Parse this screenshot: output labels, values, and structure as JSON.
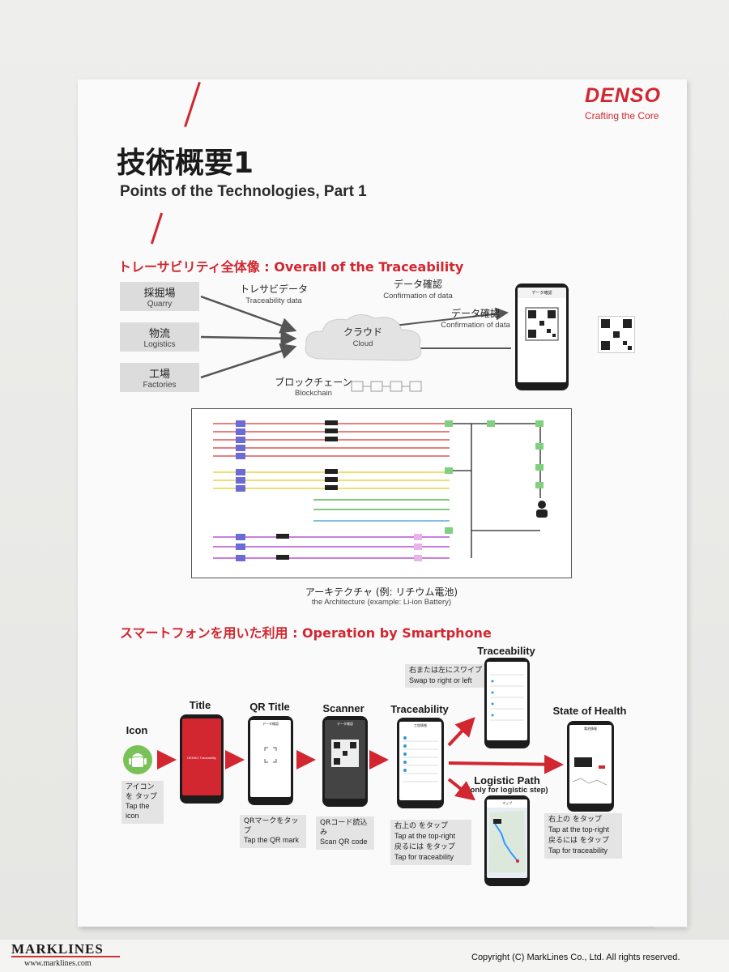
{
  "brand": {
    "name": "DENSO",
    "tagline": "Crafting the Core"
  },
  "title": {
    "jp": "技術概要1",
    "en": "Points of the Technologies, Part 1"
  },
  "section1": {
    "heading": "トレーサビリティ全体像 : Overall of the Traceability",
    "sources": [
      {
        "jp": "採掘場",
        "en": "Quarry"
      },
      {
        "jp": "物流",
        "en": "Logistics"
      },
      {
        "jp": "工場",
        "en": "Factories"
      }
    ],
    "trace_data": {
      "jp": "トレサビデータ",
      "en": "Traceability data"
    },
    "cloud": {
      "jp": "クラウド",
      "en": "Cloud"
    },
    "confirm_top": {
      "jp": "データ確認",
      "en": "Confirmation of data"
    },
    "confirm_right": {
      "jp": "データ確認",
      "en": "Confirmation of data"
    },
    "blockchain": {
      "jp": "ブロックチェーン",
      "en": "Blockchain"
    },
    "phone_header": "データ確認"
  },
  "architecture": {
    "jp": "アーキテクチャ (例: リチウム電池)",
    "en": "the Architecture (example: Li-ion Battery)"
  },
  "section2": {
    "heading": "スマートフォンを用いた利用 : Operation by Smartphone",
    "steps": {
      "icon": "Icon",
      "title": "Title",
      "qr_title": "QR Title",
      "scanner": "Scanner",
      "traceability": "Traceability",
      "traceability_top": "Traceability",
      "state_of_health": "State of Health",
      "logistic_path": "Logistic Path",
      "logistic_note": "(only for logistic step)"
    },
    "notes": {
      "icon_jp": "アイコンを タップ",
      "icon_en": "Tap the icon",
      "qr_jp": "QRマークをタップ",
      "qr_en": "Tap the QR mark",
      "scan_jp": "QRコード読込み",
      "scan_en": "Scan QR code",
      "swipe_jp": "右または左にスワイプ",
      "swipe_en": "Swap to right or left",
      "trace_jp1": "右上の をタップ",
      "trace_en1": "Tap at the top-right",
      "trace_jp2": "戻るには をタップ",
      "trace_en2": "Tap for traceability",
      "soh_jp1": "右上の をタップ",
      "soh_en1": "Tap at the top-right",
      "soh_jp2": "戻るには をタップ",
      "soh_en2": "Tap for traceability"
    },
    "title_screen_text": "DENSO Traceability",
    "qr_screen_header": "データ確認",
    "scan_screen_header": "データ確認",
    "trace_screen_header": "工程情報",
    "soh_screen_header": "電池情報",
    "map_screen_header": "マップ"
  },
  "footer": {
    "logo": "MARKLINES",
    "url": "www.marklines.com",
    "copyright": "Copyright (C) MarkLines Co., Ltd. All rights reserved."
  },
  "colors": {
    "accent": "#d22630",
    "phone": "#1c1c1c",
    "android": "#78c257"
  }
}
